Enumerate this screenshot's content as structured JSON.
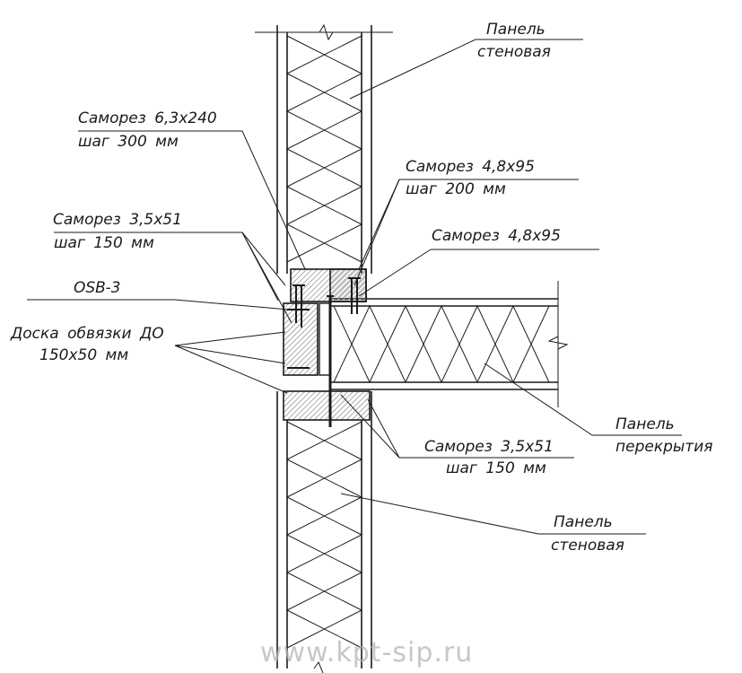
{
  "labels": {
    "wall_panel_top_line1": "Панель",
    "wall_panel_top_line2": "стеновая",
    "screw_63_line1": "Саморез  6,3х240",
    "screw_63_line2": "шаг 300 мм",
    "screw_48_step_line1": "Саморез  4,8х95",
    "screw_48_step_line2": "шаг 200 мм",
    "screw_35_left_line1": "Саморез  3,5х51",
    "screw_35_left_line2": "шаг 150 мм",
    "screw_48": "Саморез  4,8х95",
    "osb": "OSB-3",
    "board_line1": "Доска обвязки ДО",
    "board_line2": "150х50 мм",
    "floor_panel_line1": "Панель",
    "floor_panel_line2": "перекрытия",
    "screw_35_right_line1": "Саморез  3,5х51",
    "screw_35_right_line2": "шаг 150 мм",
    "wall_panel_bottom_line1": "Панель",
    "wall_panel_bottom_line2": "стеновая"
  },
  "watermark": "www.kpt-sip.ru",
  "colors": {
    "line": "#1a1a1a",
    "hatch": "#9a9a9a",
    "watermark": "#b5b5b5"
  }
}
